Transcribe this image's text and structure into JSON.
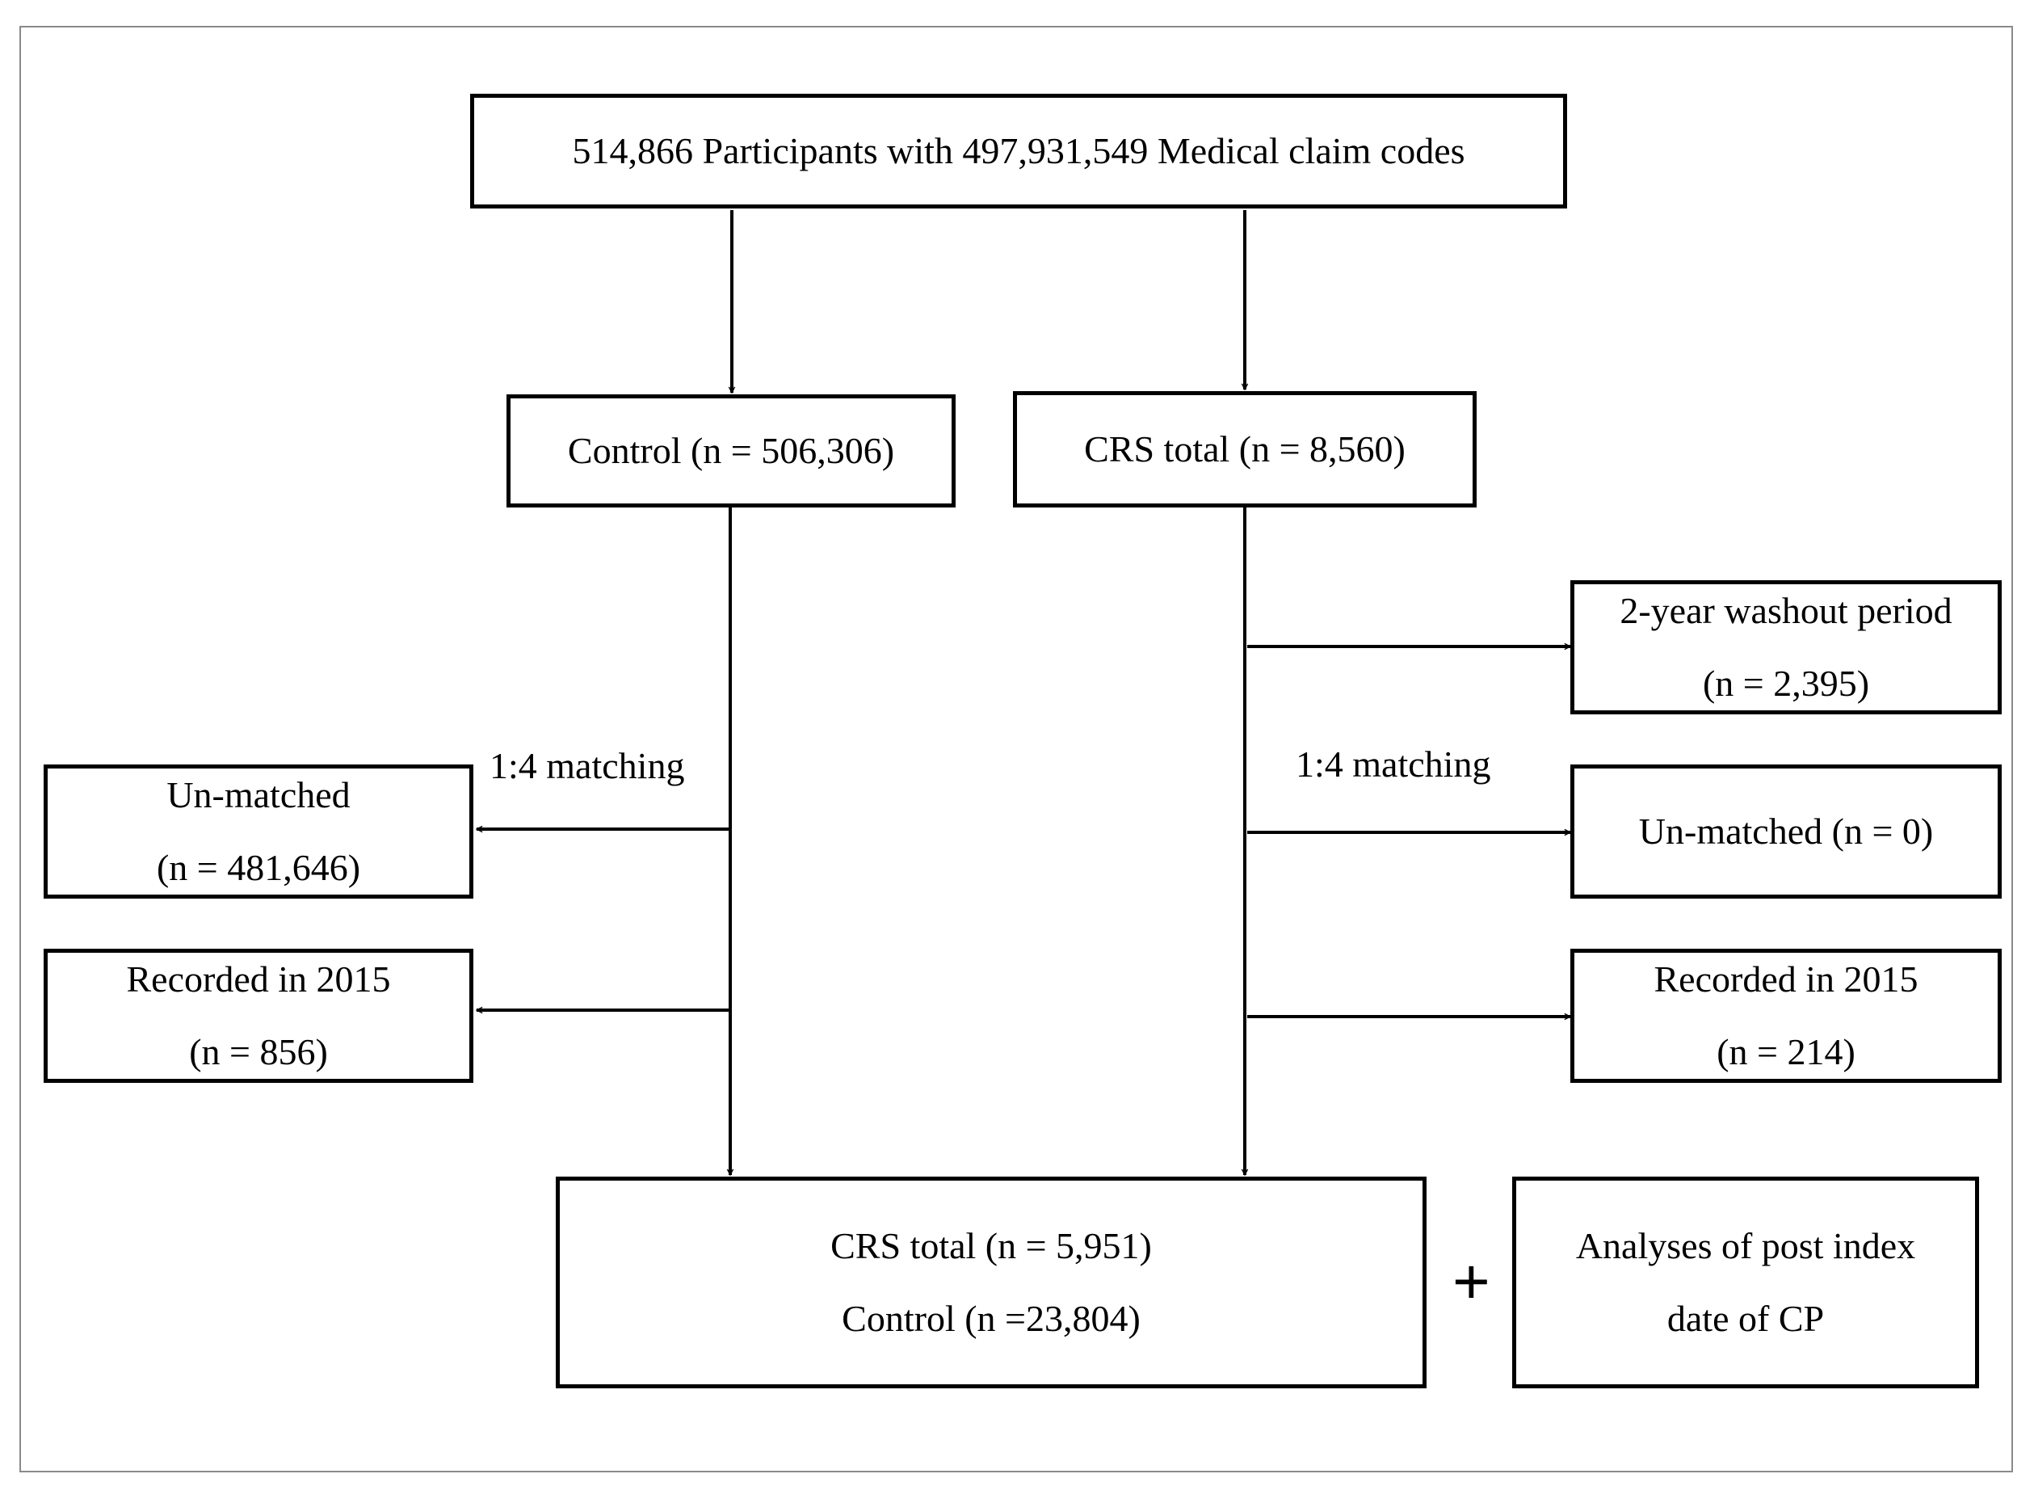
{
  "diagram": {
    "top_box": "514,866 Participants with  497,931,549 Medical claim codes",
    "control_box": "Control (n = 506,306)",
    "crs_box": "CRS total (n = 8,560)",
    "left_matching_label": "1:4 matching",
    "right_matching_label": "1:4 matching",
    "left_unmatched": {
      "line1": "Un-matched",
      "line2": "(n = 481,646)"
    },
    "left_recorded": {
      "line1": "Recorded in 2015",
      "line2": "(n = 856)"
    },
    "washout": {
      "line1": "2-year washout period",
      "line2": "(n = 2,395)"
    },
    "right_unmatched": "Un-matched (n = 0)",
    "right_recorded": {
      "line1": "Recorded in 2015",
      "line2": "(n = 214)"
    },
    "final_box": {
      "line1": "CRS total (n = 5,951)",
      "line2": "Control (n =23,804)"
    },
    "plus_sign": "+",
    "analysis_box": {
      "line1": "Analyses of post index",
      "line2": "date of CP"
    }
  }
}
